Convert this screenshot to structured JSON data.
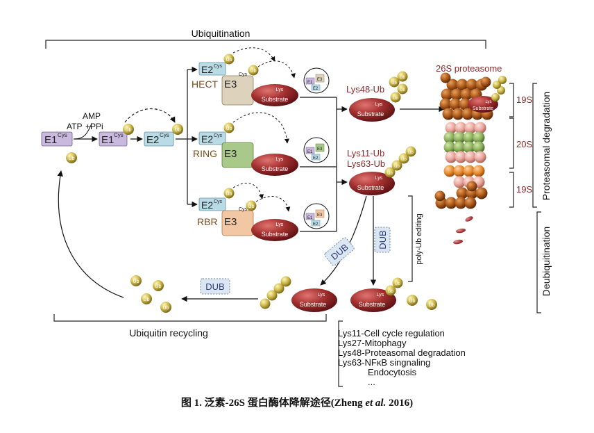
{
  "header": {
    "ubiquitination": "Ubiquitination"
  },
  "activation": {
    "e1_cys": "E1",
    "cys": "Cys",
    "amp": "AMP",
    "atp": "ATP",
    "ppi": "+PPi",
    "e2_cys": "E2"
  },
  "ub": "Ub",
  "lys": "Lys",
  "substrate": "Substrate",
  "e3": {
    "e3_label": "E3",
    "hect": "HECT",
    "ring": "RING",
    "rbr": "RBR",
    "mini_e1": "E1",
    "mini_e2": "E2",
    "mini_e3": "E3"
  },
  "chains": {
    "lys48": "Lys48-Ub",
    "lys11": "Lys11-Ub",
    "lys63": "Lys63-Ub"
  },
  "proteasome": {
    "title": "26S proteasome",
    "cap_top": "19S",
    "core": "20S",
    "cap_bottom": "19S",
    "group_label": "Proteasomal degradation"
  },
  "deubiquitination": {
    "dub": "DUB",
    "editing": "poly-Ub editing",
    "group_label": "Deubiquitination",
    "recycling": "Ubiquitin recycling"
  },
  "functions": [
    "Lys11-Cell cycle regulation",
    "Lys27-Mitophagy",
    "Lys48-Proteasomal degradation",
    "Lys63-NFκB singnaling",
    "Endocytosis",
    "..."
  ],
  "caption": {
    "prefix": "图 1.  泛素-26S 蛋白酶体降解途径(Zheng ",
    "etal": "et al.",
    "suffix": " 2016)"
  },
  "colors": {
    "e1": "#c9b9de",
    "e2": "#b9dbe6",
    "hect_e3": "#ddd2bc",
    "ring_e3": "#a9c98a",
    "rbr_e3": "#f2c7a4",
    "ub": "#c8b84a",
    "substrate": "#9b2b2f",
    "proteasome_brown": "#b5651d",
    "proteasome_pink": "#e8a8a0",
    "proteasome_green": "#8fb061",
    "proteasome_orange": "#e6892e",
    "dark_red": "#8b2a2a"
  }
}
